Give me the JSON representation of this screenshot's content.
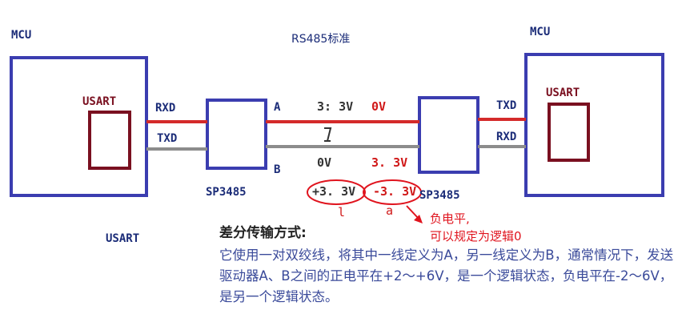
{
  "labels": {
    "mcu_left": "MCU",
    "mcu_right": "MCU",
    "title": "RS485标准",
    "usart_left": "USART",
    "usart_right": "USART",
    "usart_bottom": "USART",
    "rxd_left": "RXD",
    "txd_left": "TXD",
    "txd_right": "TXD",
    "rxd_right": "RXD",
    "pin_a": "A",
    "pin_b": "B",
    "sp3485_left": "SP3485",
    "sp3485_right": "SP3485",
    "a_level_1": "3: 3V",
    "a_level_2": "0V",
    "b_level_1": "0V",
    "b_level_2": "3. 3V",
    "diff_pos": "+3. 3V",
    "diff_neg": "-3. 3V",
    "mark_pos": "l",
    "mark_neg": "a"
  },
  "annotation": {
    "line1": "负电平,",
    "line2": "可以规定为逻辑0"
  },
  "description": {
    "heading": "差分传输方式:",
    "body": "它使用一对双绞线，将其中一线定义为A，另一线定义为B，通常情况下，发送驱动器A、B之间的正电平在+2～+6V，是一个逻辑状态，负电平在-2～6V，是另一个逻辑状态。"
  },
  "colors": {
    "box_border": "#3b3db0",
    "usart_border": "#7a1020",
    "line_a": "#d42a2a",
    "line_b": "#8c8c8c",
    "highlight": "#e0141e"
  }
}
